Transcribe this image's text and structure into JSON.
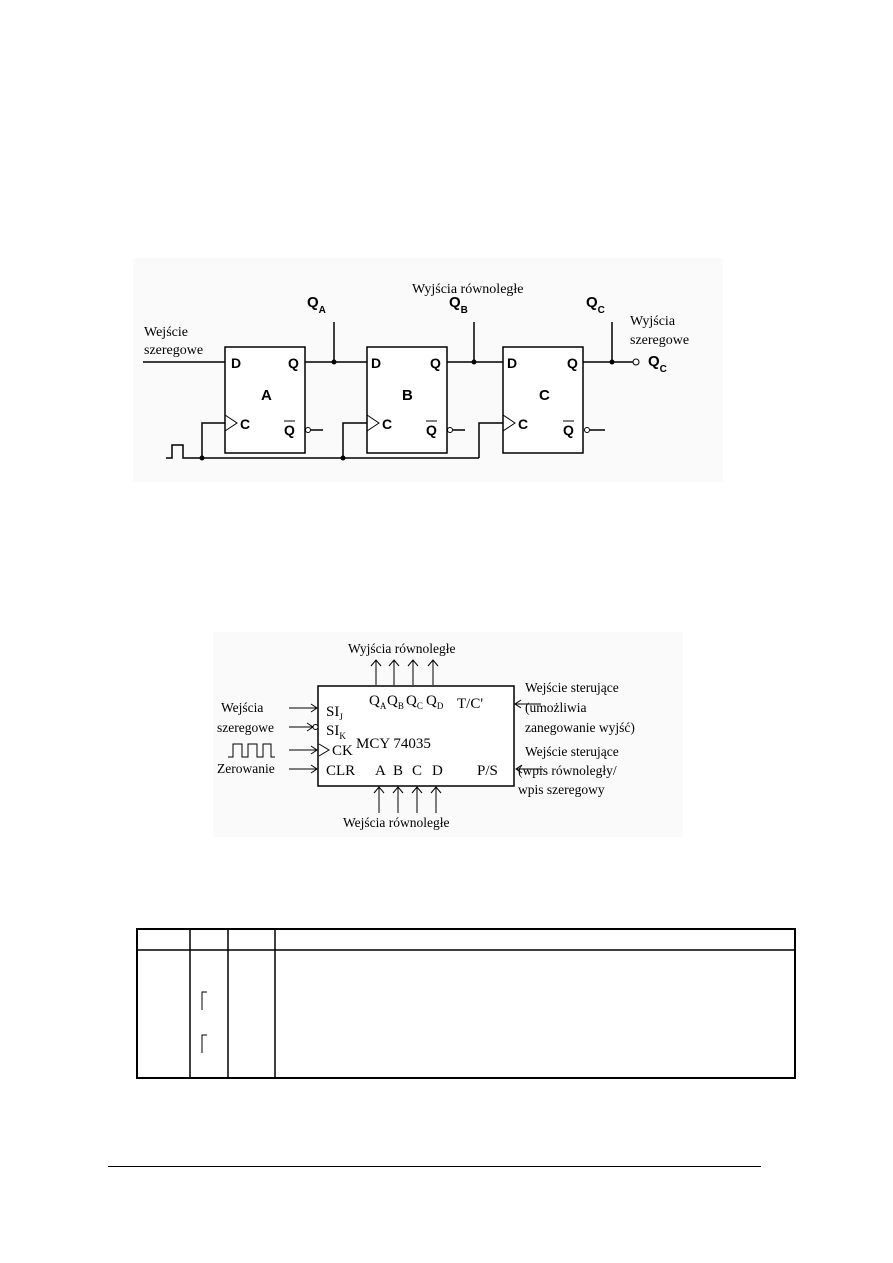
{
  "figure1": {
    "parallel_outputs_label": "Wyjścia równoległe",
    "serial_input_label": [
      "Wejście",
      "szeregowe"
    ],
    "serial_output_label": [
      "Wyjścia",
      "szeregowe"
    ],
    "q_letter": "Q",
    "taps": [
      "A",
      "B",
      "C"
    ],
    "serial_out_sub": "C",
    "flipflops": [
      {
        "name": "A",
        "d": "D",
        "q": "Q",
        "c": "C",
        "qbar": "Q"
      },
      {
        "name": "B",
        "d": "D",
        "q": "Q",
        "c": "C",
        "qbar": "Q"
      },
      {
        "name": "C",
        "d": "D",
        "q": "Q",
        "c": "C",
        "qbar": "Q"
      }
    ]
  },
  "figure2": {
    "chip_name": "MCY 74035",
    "top_label": "Wyjścia równoległe",
    "bottom_label": "Wejścia równoległe",
    "left_labels": [
      "Wejścia",
      "szeregowe",
      "Zerowanie"
    ],
    "right_labels_top": [
      "Wejście sterujące",
      "(umożliwia",
      "zanegowanie wyjść)"
    ],
    "right_labels_bottom": [
      "Wejście sterujące",
      "(wpis równoległy/",
      "wpis szeregowy"
    ],
    "pins_left": [
      {
        "main": "SI",
        "sub": "J"
      },
      {
        "main": "SI",
        "sub": "K"
      },
      {
        "main": "CK",
        "sub": ""
      },
      {
        "main": "CLR",
        "sub": ""
      }
    ],
    "q_outputs": [
      {
        "main": "Q",
        "sub": "A"
      },
      {
        "main": "Q",
        "sub": "B"
      },
      {
        "main": "Q",
        "sub": "C"
      },
      {
        "main": "Q",
        "sub": "D"
      }
    ],
    "tc_pin": "T/C'",
    "ps_pin": "P/S",
    "parallel_inputs": [
      "A",
      "B",
      "C",
      "D"
    ]
  },
  "table": {
    "header": [
      "",
      "",
      "",
      ""
    ],
    "rising_edge_symbol": "⎰"
  }
}
